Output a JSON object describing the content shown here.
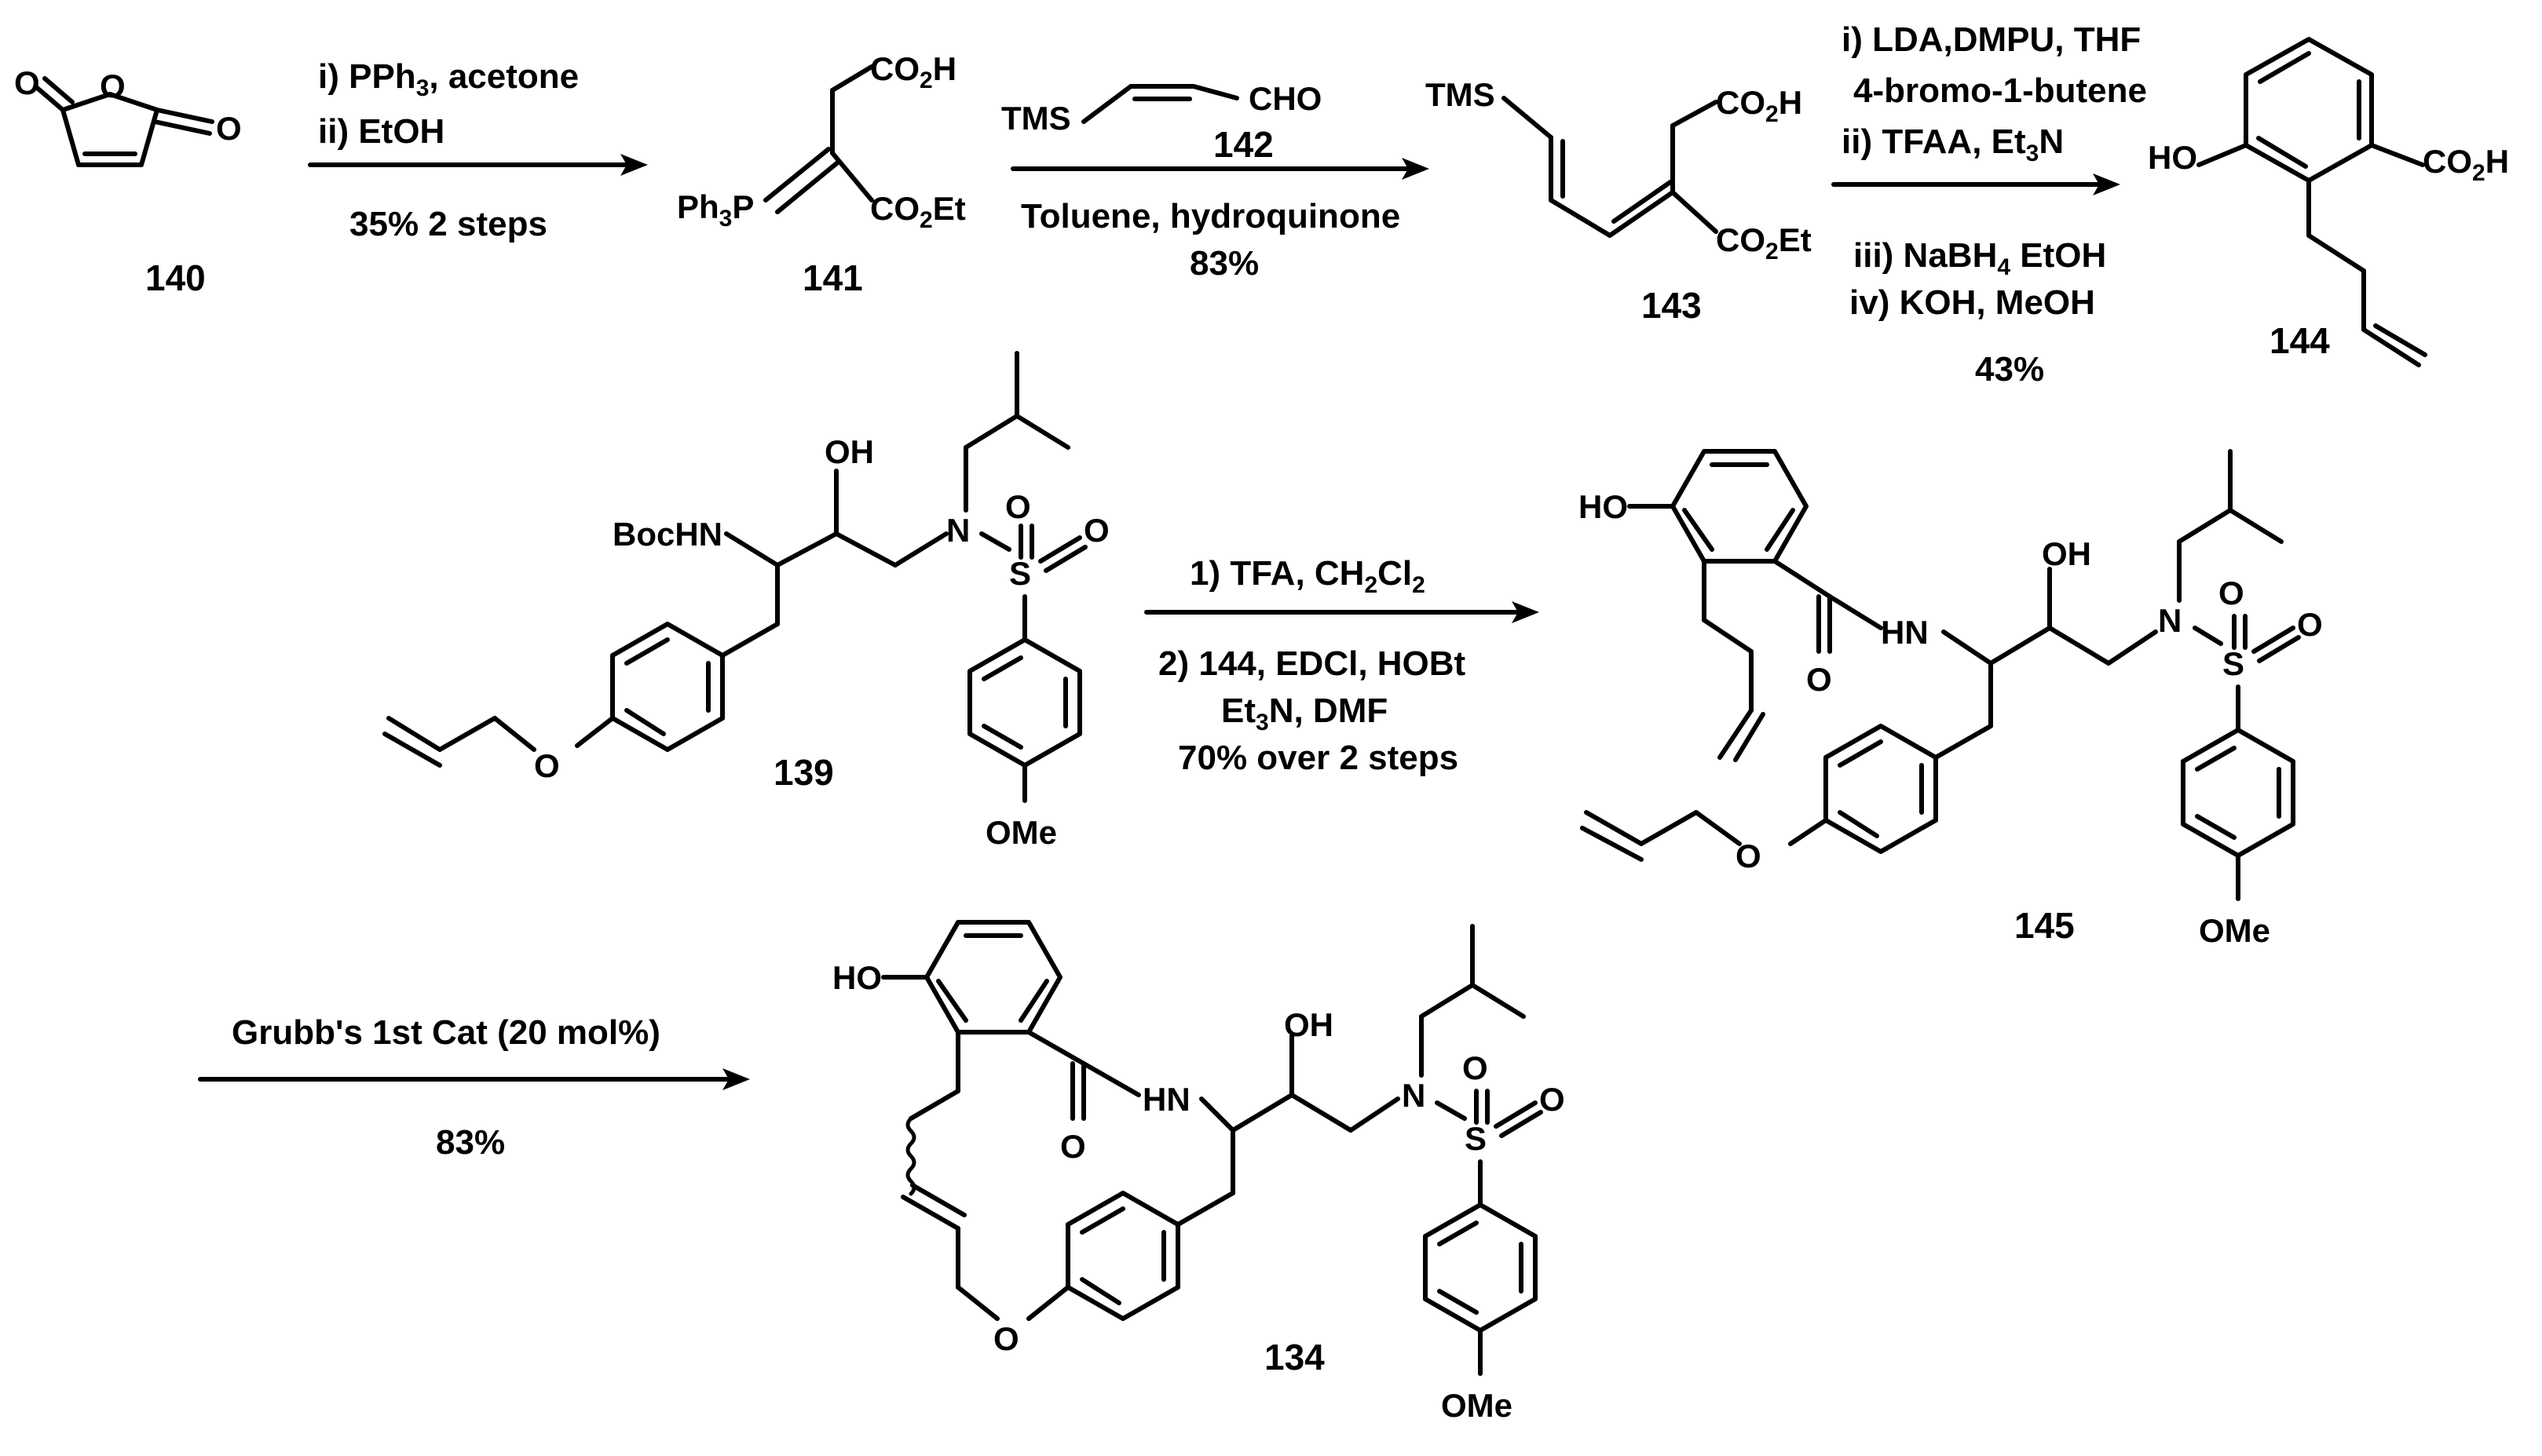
{
  "compounds": {
    "c140": "140",
    "c141": "141",
    "c142": "142",
    "c143": "143",
    "c144": "144",
    "c139": "139",
    "c145": "145",
    "c134": "134"
  },
  "step1": {
    "line1": "i) PPh3, acetone",
    "line2": "ii) EtOH",
    "yield": "35% 2 steps"
  },
  "step2": {
    "reagent_label": "142",
    "solvent": "Toluene, hydroquinone",
    "yield": "83%"
  },
  "step3": {
    "line1": "i) LDA,DMPU, THF",
    "line2": "4-bromo-1-butene",
    "line3": "ii) TFAA, Et3N",
    "line4": "iii) NaBH4 EtOH",
    "line5": "iv) KOH, MeOH",
    "yield": "43%"
  },
  "step4": {
    "line1": "1) TFA, CH2Cl2",
    "line2": "2) 144, EDCl, HOBt",
    "line3": "Et3N, DMF",
    "line4": "70% over 2 steps"
  },
  "step5": {
    "line1": "Grubb's 1st Cat (20 mol%)",
    "yield": "83%"
  },
  "atoms": {
    "o": "O",
    "oh": "OH",
    "ho": "HO",
    "co2h": "CO2H",
    "co2et": "CO2Et",
    "cho": "CHO",
    "tms": "TMS",
    "ph3p": "Ph3P",
    "bochn": "BocHN",
    "hn": "HN",
    "n": "N",
    "s": "S",
    "ome": "OMe"
  }
}
